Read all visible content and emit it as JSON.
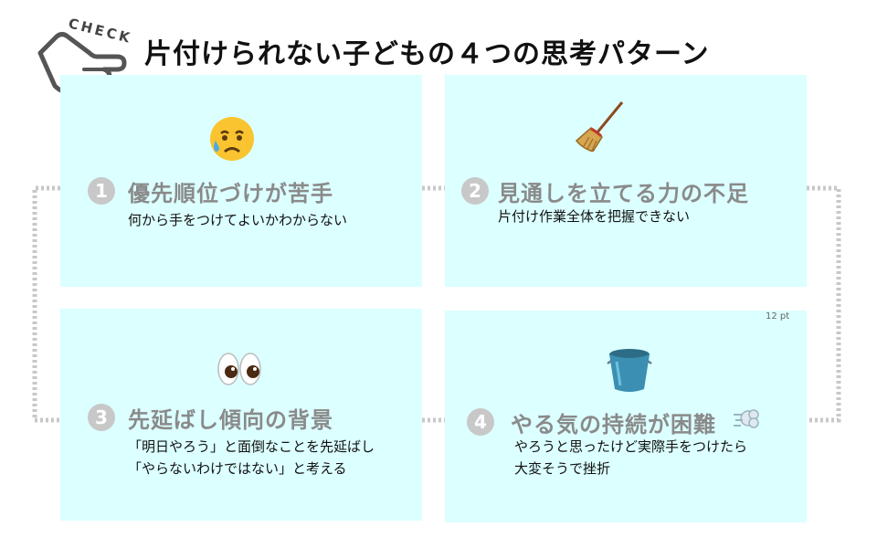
{
  "header": {
    "logo_text": "CHECK",
    "title": "片付けられない子どもの４つの思考パターン"
  },
  "cards": [
    {
      "number": "1",
      "emoji_icon": "sad-sweat-face-icon",
      "heading": "優先順位づけが苦手",
      "lines": [
        "何から手をつけてよいかわからない"
      ]
    },
    {
      "number": "2",
      "emoji_icon": "broom-icon",
      "heading": "見通しを立てる力の不足",
      "lines": [
        "片付け作業全体を把握できない"
      ]
    },
    {
      "number": "3",
      "emoji_icon": "eyes-icon",
      "heading": "先延ばし傾向の背景",
      "lines": [
        "「明日やろう」と面倒なことを先延ばし",
        "「やらないわけではない」と考える"
      ]
    },
    {
      "number": "4",
      "emoji_icon": "bucket-icon",
      "heading": "やる気の持続が困難",
      "heading_icon": "dash-puff-icon",
      "lines": [
        "やろうと思ったけど実際手をつけたら",
        "大変そうで挫折"
      ]
    }
  ],
  "font_size_label": "12 pt",
  "colors": {
    "card_bg": "#dcffff",
    "heading_gray": "#8a8a8a",
    "number_badge": "#c8c8c8",
    "connector": "#c8c8c8"
  }
}
